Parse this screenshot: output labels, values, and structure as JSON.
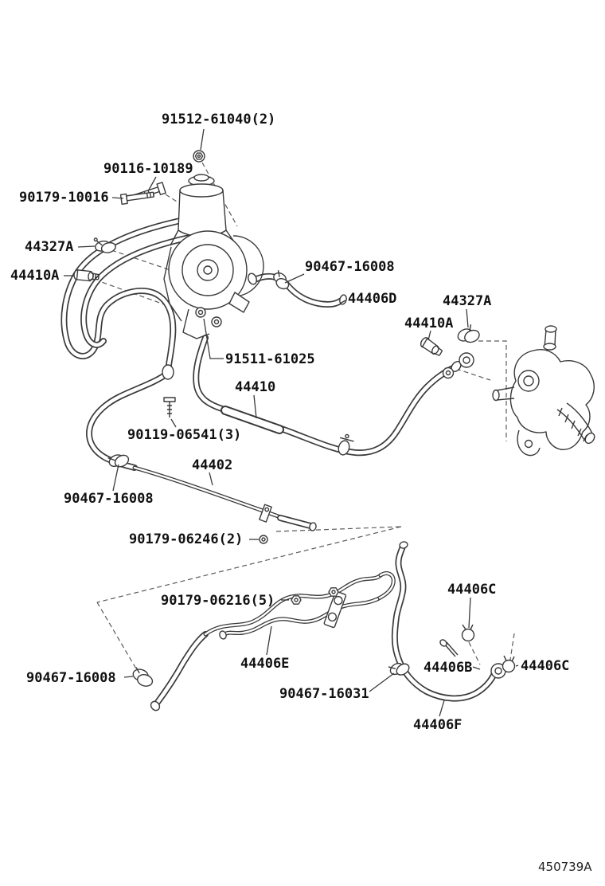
{
  "page": {
    "diagram_code": "450739A",
    "background_color": "#ffffff",
    "line_color": "#3a3a3a",
    "text_color": "#111111"
  },
  "labels": [
    {
      "text": "91512-61040(2)"
    },
    {
      "text": "90116-10189"
    },
    {
      "text": "90179-10016"
    },
    {
      "text": "44327A"
    },
    {
      "text": "44410A"
    },
    {
      "text": "90467-16008"
    },
    {
      "text": "44406D"
    },
    {
      "text": "44327A"
    },
    {
      "text": "44410A"
    },
    {
      "text": "91511-61025"
    },
    {
      "text": "44410"
    },
    {
      "text": "90119-06541(3)"
    },
    {
      "text": "44402"
    },
    {
      "text": "90467-16008"
    },
    {
      "text": "90179-06246(2)"
    },
    {
      "text": "90179-06216(5)"
    },
    {
      "text": "44406C"
    },
    {
      "text": "44406E"
    },
    {
      "text": "90467-16008"
    },
    {
      "text": "44406B"
    },
    {
      "text": "44406C"
    },
    {
      "text": "90467-16031"
    },
    {
      "text": "44406F"
    }
  ]
}
